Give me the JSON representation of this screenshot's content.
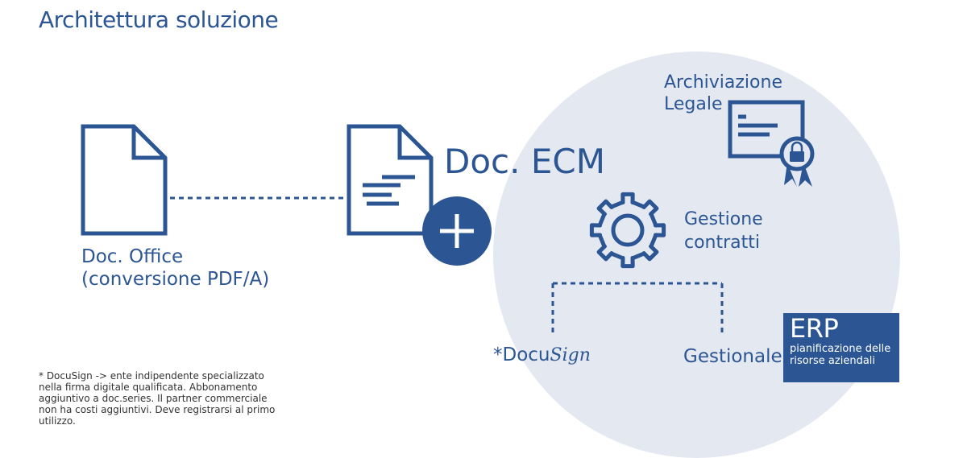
{
  "title": "Architettura soluzione",
  "nodes": {
    "doc_office": {
      "line1": "Doc. Office",
      "line2": "(conversione PDF/A)"
    },
    "doc_ecm": "Doc. ECM",
    "archiviazione": {
      "line1": "Archiviazione",
      "line2": "Legale"
    },
    "gestione_contratti": {
      "line1": "Gestione",
      "line2": "contratti"
    },
    "docusign": {
      "prefix": "*Docu",
      "script": "Sign"
    },
    "gestionale": "Gestionale",
    "erp": {
      "title": "ERP",
      "line1": "pianificazione delle",
      "line2": "risorse aziendali"
    }
  },
  "footnote": "* DocuSign -> ente indipendente specializzato nella firma digitale qualificata. Abbonamento aggiuntivo a doc.series. Il partner commerciale non ha costi aggiuntivi. Deve registrarsi al primo utilizzo.",
  "colors": {
    "primary": "#2c5693",
    "circle": "#e4e8f1",
    "footnote": "#333333"
  },
  "icons": [
    "document-icon",
    "document-text-icon",
    "plus-icon",
    "certificate-icon",
    "lock-icon",
    "gear-icon"
  ]
}
